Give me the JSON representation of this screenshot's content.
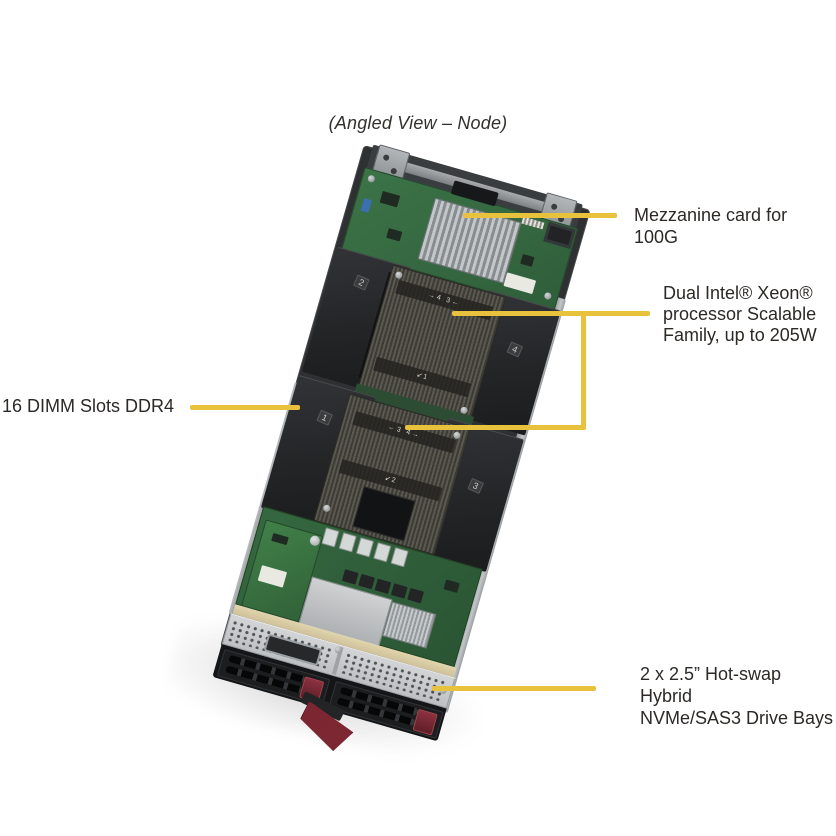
{
  "title": "(Angled View – Node)",
  "accent_color": "#E8C13D",
  "text_color": "#2C2926",
  "callouts": {
    "mezzanine": {
      "label": "Mezzanine card for 100G"
    },
    "xeon": {
      "label": "Dual Intel® Xeon®\nprocessor Scalable\nFamily, up to 205W"
    },
    "dimm": {
      "label": "16 DIMM Slots DDR4"
    },
    "drives": {
      "label": "2 x 2.5” Hot-swap Hybrid\nNVMe/SAS3 Drive Bays"
    }
  },
  "unit": {
    "shroud_marks": {
      "row1_left": "2",
      "row1_right": "4",
      "row2_left": "1",
      "row2_right": "3"
    },
    "cpu1_marks": {
      "top": "→4  3←",
      "bottom": "↙1"
    },
    "cpu2_marks": {
      "top": "←3  4→",
      "bottom": "↙2"
    }
  }
}
